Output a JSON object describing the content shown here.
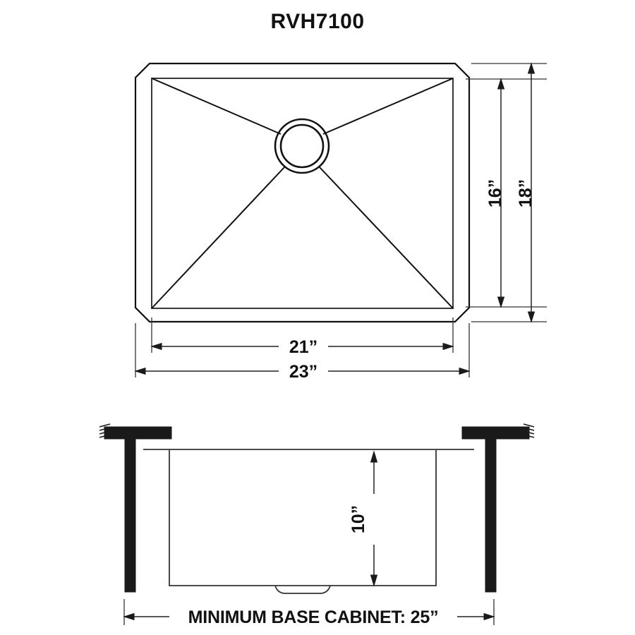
{
  "document": {
    "title": "RVH7100",
    "background_color": "#ffffff",
    "line_color": "#111111",
    "solid_fill_color": "#1a1a1a"
  },
  "top_view": {
    "name": "sink-top-view",
    "dimensions": {
      "inner_width": "21”",
      "outer_width": "23”",
      "inner_depth": "16”",
      "outer_depth": "18”"
    },
    "features": {
      "drain": "center-drain-circle",
      "corners": "chamfered-outer-rim",
      "slopes": "four-corner-slope-lines"
    }
  },
  "section_view": {
    "name": "sink-cross-section-view",
    "dimensions": {
      "bowl_depth": "10”"
    },
    "caption": "MINIMUM BASE CABINET: 25”",
    "features": {
      "left_cabinet": "left-countertop-and-wall",
      "right_cabinet": "right-countertop-and-wall",
      "drain_boss": "bottom-center-drain"
    }
  }
}
